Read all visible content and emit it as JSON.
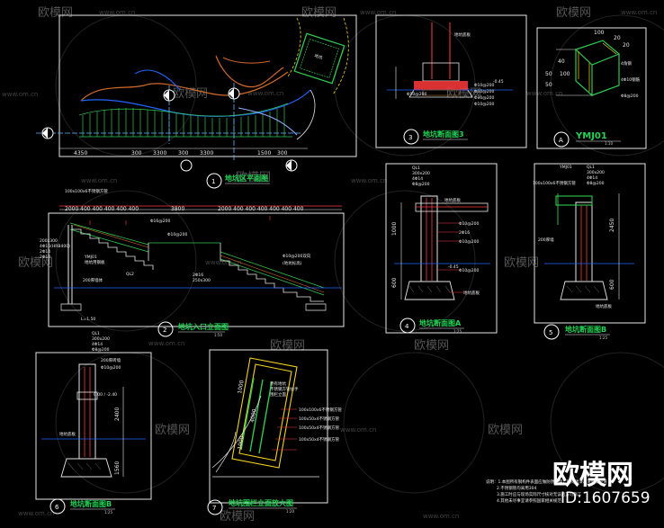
{
  "watermark": {
    "brand": "欧模网",
    "url": "www.om.cn"
  },
  "brand_badge": {
    "name": "欧模网",
    "id": "ID:1607659"
  },
  "drawings": [
    {
      "id": "plan",
      "number": "1",
      "title": "地坑区平面图",
      "dims": [
        "4350",
        "300",
        "3300",
        "300",
        "3300",
        "1500",
        "300"
      ]
    },
    {
      "id": "elev",
      "number": "2",
      "title": "地坑入口立面图",
      "scale": "1:50",
      "dims_left": "2000 400 400 400 400 400",
      "dims_mid": "3800",
      "dims_right": "2000 400 400 400 400 400 400",
      "labels": [
        "100x100x6不锈钢方管",
        "Φ16@200",
        "200x300",
        "4Φ16(HRB400)",
        "2Φ14",
        "2Φ14",
        "YMJ01",
        "地坑用钢板",
        "QL2",
        "200厚墙体",
        "Φ10@200",
        "2Φ16",
        "250x300",
        "Φ10@200双向",
        "(地坑标高)",
        "L=1.50"
      ]
    },
    {
      "id": "sec3",
      "number": "3",
      "title": "地坑断面图3",
      "labels": [
        "地坑底板",
        "Φ10@200",
        "Φ10@200",
        "Φ10@200",
        "Φ10@200",
        "Φ10@200",
        "-0.45"
      ]
    },
    {
      "id": "detA",
      "number": "A",
      "title": "YMJ01",
      "scale": "1:10",
      "dims": [
        "20",
        "100",
        "20",
        "40",
        "50",
        "100",
        "50"
      ],
      "labels": [
        "4角钢",
        "4Φ10钢筋",
        "Φ8@200"
      ]
    },
    {
      "id": "sec4",
      "number": "4",
      "title": "地坑断面图A",
      "scale": "1:25",
      "dims": [
        "1000",
        "600"
      ],
      "labels": [
        "QL1",
        "300x200",
        "4Φ14",
        "Φ8@200",
        "地坑底板",
        "Φ10@200",
        "2Φ16",
        "Φ10@200",
        "-0.45",
        "Φ10@200",
        "地坑底板"
      ]
    },
    {
      "id": "sec5",
      "number": "5",
      "title": "地坑断面图B",
      "scale": "1:25",
      "dims": [
        "2450",
        "600"
      ],
      "labels": [
        "YMJ01",
        "QL1",
        "300x200",
        "4Φ14",
        "Φ8@200",
        "100x100x6不锈钢方管",
        "200厚墙",
        "地坑底板"
      ]
    },
    {
      "id": "sec6",
      "number": "6",
      "title": "地坑断面图B",
      "scale": "1:25",
      "dims": [
        "2400",
        "1560"
      ],
      "labels": [
        "QL1",
        "300x200",
        "4Φ14",
        "Φ8@200",
        "200厚砖墙",
        "Φ10@200",
        "0.00 / -2.40",
        "地坑底板"
      ]
    },
    {
      "id": "sec7",
      "number": "7",
      "title": "地坑围栏立面放大图",
      "scale": "1:20",
      "dims": [
        "1000",
        "4000",
        "1000"
      ],
      "labels": [
        "原有地坑",
        "不锈钢方管扶手",
        "围栏立面",
        "100x100x6不锈钢方管",
        "100x50x4不锈钢方管",
        "100x50x4不锈钢方管",
        "100x50x4不锈钢方管"
      ]
    }
  ],
  "notes": [
    "说明：1.本图所有钢构件表面应做防锈处理，刷防锈漆二道面漆一道",
    "2.不锈钢管均采用304",
    "3.施工时应与现场实际尺寸核对无误后方可施工",
    "4.其他未尽事宜请参照国家相关规范"
  ]
}
